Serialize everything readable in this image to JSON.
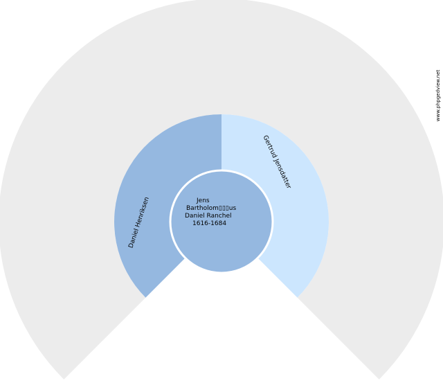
{
  "fan_chart": {
    "outer_ring": {
      "color": "#ececec"
    },
    "center": {
      "lines": [
        "Jens",
        "Bartholom▯▯▯us",
        "Daniel Ranchel",
        "1616-1684"
      ],
      "color": "#95b8e0"
    },
    "father": {
      "name": "Daniel Henriksen",
      "color": "#95b8e0"
    },
    "mother": {
      "name": "Gertrud Jensdatter",
      "color": "#cce6fe"
    }
  },
  "watermark": {
    "text": "www.phpgedview.net"
  }
}
